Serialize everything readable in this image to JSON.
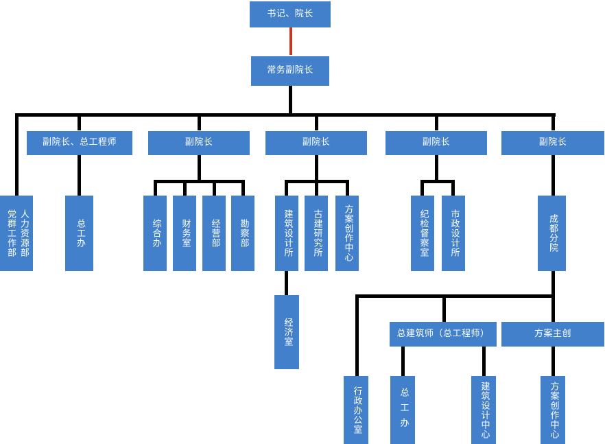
{
  "chart": {
    "title_node": {
      "label": "书记、院长"
    },
    "deputy_chief": {
      "label": "常务副院长"
    },
    "level2": [
      {
        "label": "副院长、总工程师"
      },
      {
        "label": "副院长"
      },
      {
        "label": "副院长"
      },
      {
        "label": "副院长"
      },
      {
        "label": "副院长"
      }
    ],
    "level3": {
      "hr_party": {
        "label": "人力资源部\n党群工作部"
      },
      "chief_eng_office": {
        "label": "总工办"
      },
      "general_office": {
        "label": "综合办"
      },
      "finance_office": {
        "label": "财务室"
      },
      "business_dept": {
        "label": "经营部"
      },
      "survey_dept": {
        "label": "勘察部"
      },
      "arch_design_institute": {
        "label": "建筑设计所"
      },
      "ancient_arch_institute": {
        "label": "古建研究所"
      },
      "scheme_center": {
        "label": "方案创作中心"
      },
      "discipline_office": {
        "label": "纪检督察室"
      },
      "municipal_institute": {
        "label": "市政设计所"
      },
      "chengdu_branch": {
        "label": "成都分院"
      }
    },
    "level4": {
      "economics_office": {
        "label": "经济室"
      },
      "chief_architect": {
        "label": "总建筑师（总工程师）"
      },
      "scheme_lead": {
        "label": "方案主创"
      }
    },
    "level5": {
      "admin_office": {
        "label": "行政办公室"
      },
      "chief_eng_office_cd": {
        "label": "总工办"
      },
      "arch_design_center": {
        "label": "建筑设计中心"
      },
      "scheme_creation_center": {
        "label": "方案创作中心"
      }
    },
    "colors": {
      "node_fill": "#4280CB",
      "node_text": "#FFFFFF",
      "connector": "#000000",
      "top_connector": "#C0392B",
      "background": "#FFFFFF"
    }
  }
}
